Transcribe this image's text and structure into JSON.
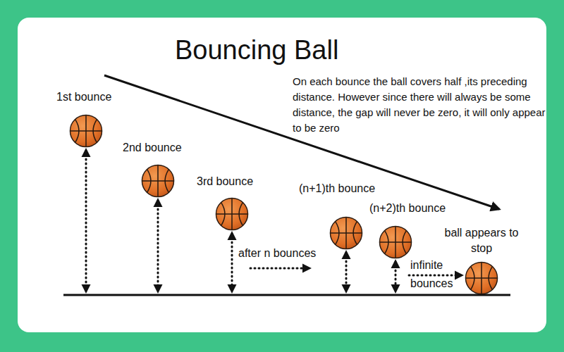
{
  "diagram": {
    "title": "Bouncing Ball",
    "labels": [
      "On each bounce the ball covers half ,its preceding distance. However since there will always be some distance, the gap will never be zero, it will only appear to be zero",
      "1st bounce",
      "2nd bounce",
      "3rd bounce",
      "after n bounces",
      "(n+1)th bounce",
      "(n+2)th bounce",
      "infinite bounces",
      "ball appears to stop"
    ]
  }
}
